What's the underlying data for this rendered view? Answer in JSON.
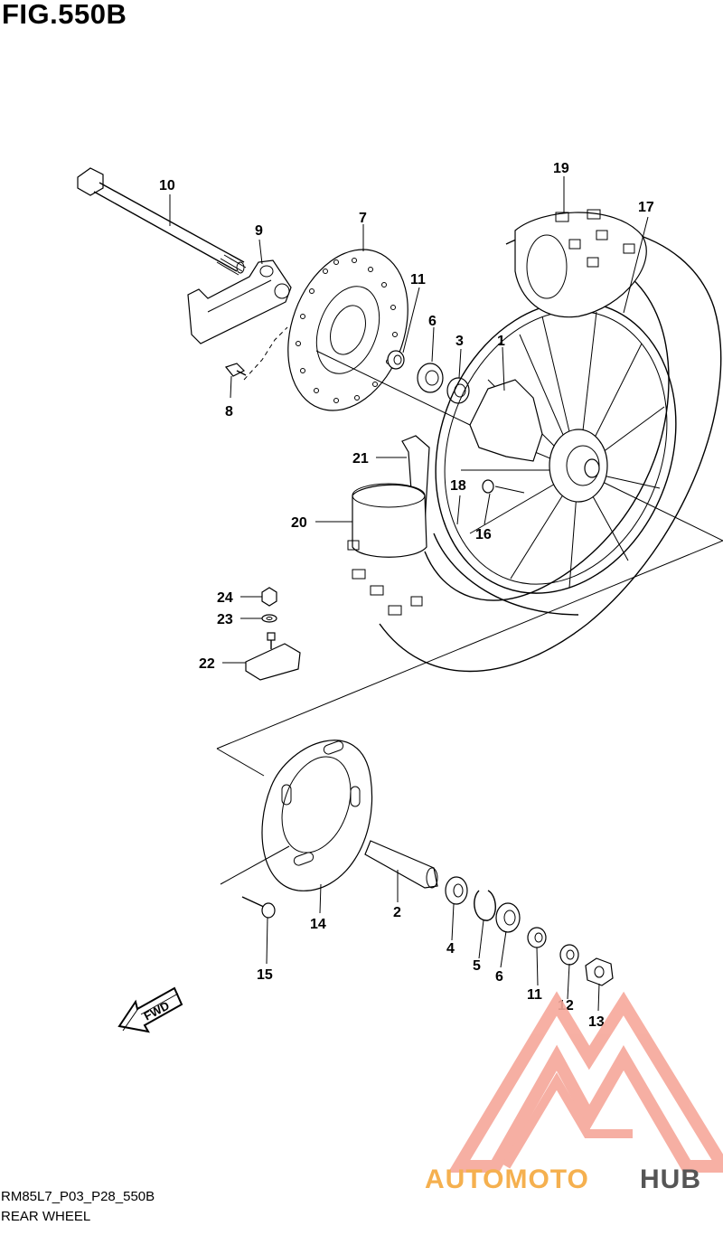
{
  "figure": {
    "title": "FIG.550B",
    "model_code": "RM85L7_P03_P28_550B",
    "name": "REAR WHEEL"
  },
  "fwd_label": "FWD",
  "watermark": {
    "text_part1": "AUTOMOTO",
    "text_part2": "HUB",
    "color_primary": "#f6a79a",
    "color_secondary": "#f5b04f",
    "color_tertiary": "#555555"
  },
  "parts": [
    {
      "id": "10",
      "label": "10"
    },
    {
      "id": "9",
      "label": "9"
    },
    {
      "id": "8",
      "label": "8"
    },
    {
      "id": "7",
      "label": "7"
    },
    {
      "id": "11a",
      "label": "11"
    },
    {
      "id": "6a",
      "label": "6"
    },
    {
      "id": "3",
      "label": "3"
    },
    {
      "id": "1",
      "label": "1"
    },
    {
      "id": "19",
      "label": "19"
    },
    {
      "id": "17",
      "label": "17"
    },
    {
      "id": "21",
      "label": "21"
    },
    {
      "id": "18",
      "label": "18"
    },
    {
      "id": "16",
      "label": "16"
    },
    {
      "id": "20",
      "label": "20"
    },
    {
      "id": "24",
      "label": "24"
    },
    {
      "id": "23",
      "label": "23"
    },
    {
      "id": "22",
      "label": "22"
    },
    {
      "id": "14",
      "label": "14"
    },
    {
      "id": "15",
      "label": "15"
    },
    {
      "id": "2",
      "label": "2"
    },
    {
      "id": "4",
      "label": "4"
    },
    {
      "id": "5",
      "label": "5"
    },
    {
      "id": "6b",
      "label": "6"
    },
    {
      "id": "11b",
      "label": "11"
    },
    {
      "id": "12",
      "label": "12"
    },
    {
      "id": "13",
      "label": "13"
    }
  ]
}
